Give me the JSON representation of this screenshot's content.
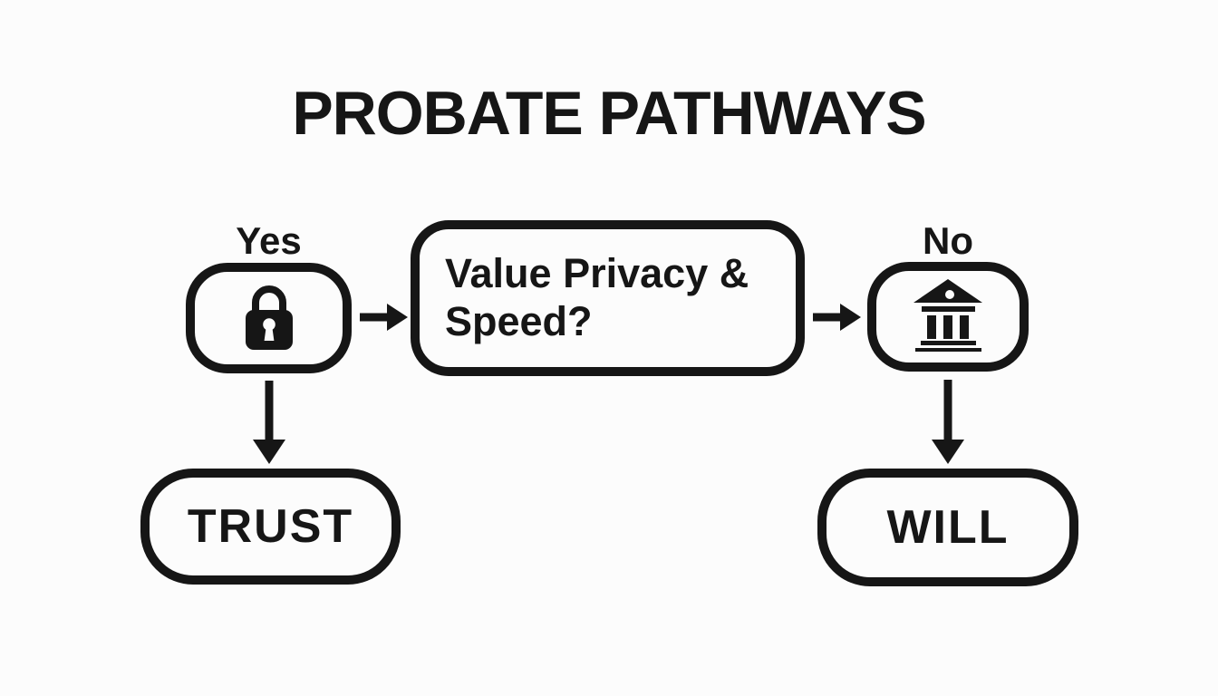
{
  "theme": {
    "ink": "#161616",
    "background": "#fcfcfc"
  },
  "title": "PROBATE PATHWAYS",
  "flowchart": {
    "question": {
      "label": "Value Privacy & Speed?"
    },
    "branches": {
      "yes": {
        "label": "Yes",
        "icon": "lock-icon",
        "outcome": "TRUST"
      },
      "no": {
        "label": "No",
        "icon": "bank-icon",
        "outcome": "WILL"
      }
    }
  }
}
